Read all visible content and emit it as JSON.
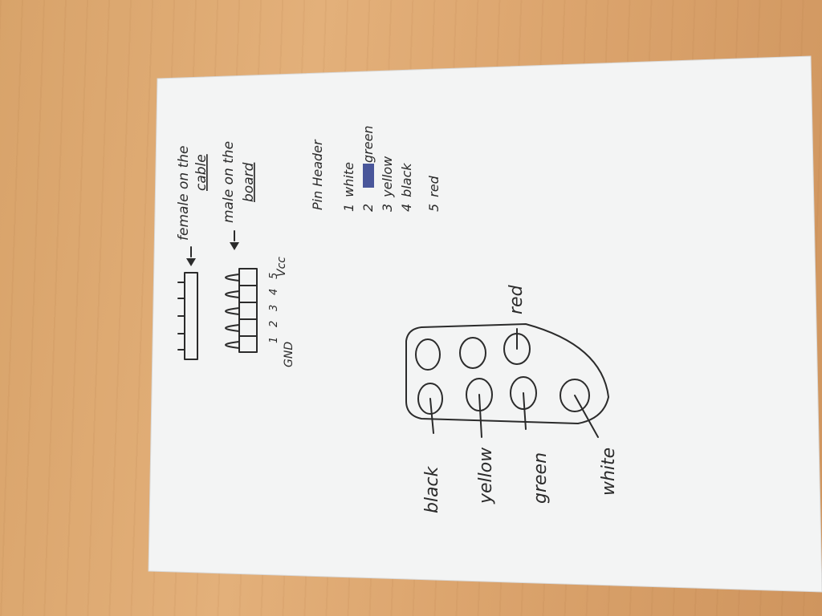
{
  "connector_labels": {
    "female_prefix": "female on the",
    "female_underlined": "cable",
    "male_prefix": "male on the",
    "male_underlined": "board"
  },
  "pin_numbers": [
    "1",
    "2",
    "3",
    "4",
    "5"
  ],
  "pin_end_labels": {
    "left": "GND",
    "right": "Vcc"
  },
  "pin_header": {
    "title": "Pin Header",
    "rows": [
      {
        "num": "1",
        "color": "white"
      },
      {
        "num": "2",
        "color": "green"
      },
      {
        "num": "3",
        "color": "yellow"
      },
      {
        "num": "4",
        "color": "black"
      },
      {
        "num": "5",
        "color": "red"
      }
    ]
  },
  "socket_labels": {
    "black": "black",
    "yellow": "yellow",
    "green": "green",
    "white": "white",
    "red": "red"
  }
}
